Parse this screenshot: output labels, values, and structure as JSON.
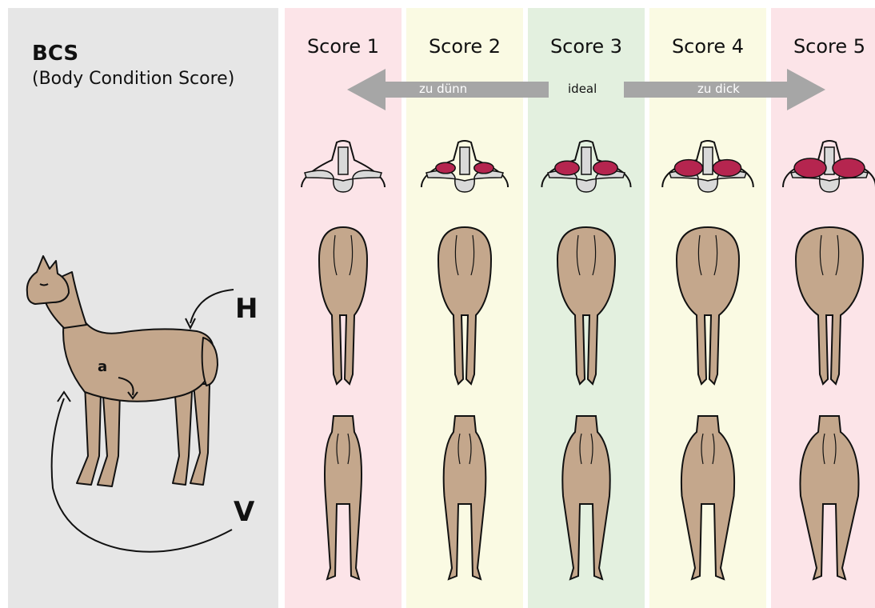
{
  "header": {
    "title": "BCS",
    "subtitle": "(Body Condition Score)"
  },
  "scores": [
    {
      "label": "Score 1",
      "color": "#fce4e8",
      "fat": 0.0,
      "body": 0.0
    },
    {
      "label": "Score 2",
      "color": "#fafae3",
      "fat": 0.35,
      "body": 0.25
    },
    {
      "label": "Score 3",
      "color": "#e3f0df",
      "fat": 0.6,
      "body": 0.5
    },
    {
      "label": "Score 4",
      "color": "#fafae3",
      "fat": 0.8,
      "body": 0.75
    },
    {
      "label": "Score 5",
      "color": "#fce4e8",
      "fat": 1.0,
      "body": 1.0
    }
  ],
  "arrows": {
    "left_label": "zu dünn",
    "center_label": "ideal",
    "right_label": "zu dick"
  },
  "markers": {
    "h": "H",
    "v": "V",
    "a": "a"
  },
  "colors": {
    "body": "#c4a78c",
    "fat": "#b5254f",
    "bone": "#d9d9d9",
    "arrow": "#a6a6a6",
    "left_panel": "#e6e6e6"
  }
}
